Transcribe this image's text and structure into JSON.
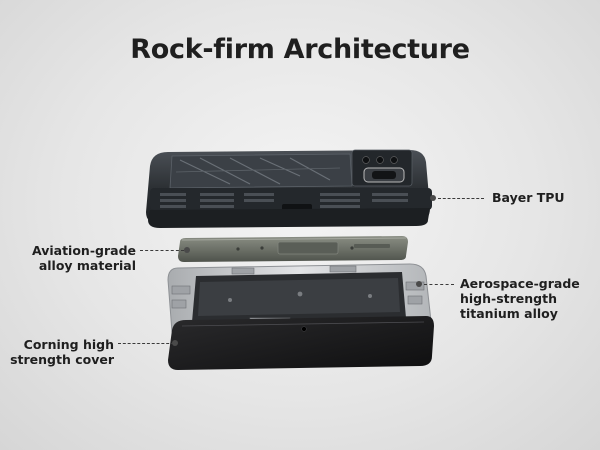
{
  "title": "Rock-firm Architecture",
  "labels": {
    "bayer": {
      "line1": "Bayer TPU"
    },
    "aviation": {
      "line1": "Aviation-grade",
      "line2": "alloy material"
    },
    "aerospace": {
      "line1": "Aerospace-grade",
      "line2": "high-strength",
      "line3": "titanium alloy"
    },
    "corning": {
      "line1": "Corning high",
      "line2": "strength cover"
    }
  },
  "colors": {
    "text": "#1f1f1f",
    "tpu_body": "#2e3236",
    "alloy_bar": "#6e7268",
    "frame": "#c9cbce",
    "glass": "#1b1b1c"
  }
}
